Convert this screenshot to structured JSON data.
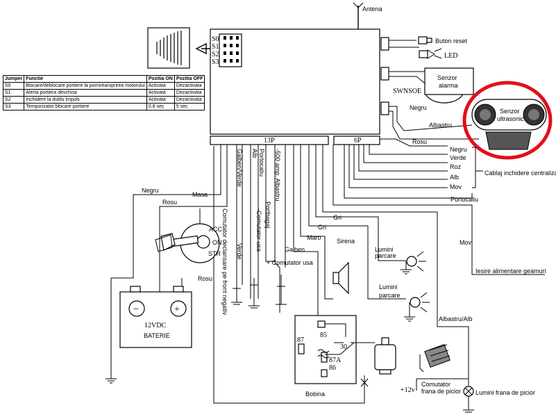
{
  "antenna_label": "Antena",
  "jumpers": [
    "S0",
    "S1",
    "S2",
    "S3"
  ],
  "table": {
    "headers": [
      "Jumper",
      "Functie",
      "Pozitia ON",
      "Pozitia OFF"
    ],
    "rows": [
      [
        "S0",
        "Blocare/deblocare portiere la pornirea/oprirea motorului",
        "Activata",
        "Dezactivata"
      ],
      [
        "S1",
        "Alerta portiera deschisa",
        "Activata",
        "Dezactivata"
      ],
      [
        "S2",
        "Inchidere la dublu impuls",
        "Activata",
        "Dezactivata"
      ],
      [
        "S3",
        "Temporizator blocare portiere",
        "0.8 sec",
        "5 sec"
      ]
    ]
  },
  "connectors": {
    "main": "13P",
    "secondary": "6P"
  },
  "right_side": {
    "reset_button": "Buton reset",
    "led": "LED",
    "connector_code": "SWNSOE",
    "alarm_sensor": [
      "Senzor",
      "alarma"
    ],
    "negru": "Negru",
    "ultrasonic_sensor": [
      "Senzor",
      "ultrasonic"
    ],
    "albastru": "Albastru",
    "rosu": "Rosu",
    "lock_wires": [
      "Negru",
      "Verde",
      "Roz",
      "Alb",
      "Mov"
    ],
    "lock_harness": "Cablaj inchidere centralizata",
    "portocaliu": "Portocaliu",
    "mov": "Mov",
    "windows_output": "Iesire alimentare geamuri",
    "albastru_alb": "Albastru/Alb",
    "brake_lights": "Lumini frana de picior",
    "brake_switch": [
      "Comutator",
      "frana de picior"
    ],
    "plus12v": "+12v"
  },
  "wire_labels_vertical": [
    "Galben/Verde",
    "Alb",
    "Portocaliu",
    "-500 amp. Albastru",
    "Portbagaj",
    "-Comutator usa",
    "Verde",
    "Comutator declansare pe front negativ"
  ],
  "wire_labels": {
    "negru": "Negru",
    "masa": "Masa",
    "rosu_top": "Rosu",
    "rosu_bottom": "Rosu",
    "gri1": "Gri",
    "gri2": "Gri",
    "maro": "Maro",
    "galben": "Galben",
    "door_switch": "+ Comutator usa"
  },
  "ignition": {
    "acc": "ACC",
    "on": "ON",
    "str": "STR"
  },
  "siren": "Sirena",
  "parking_lights": [
    "Lumini",
    "parcare"
  ],
  "battery": {
    "voltage": "12VDC",
    "label": "BATERIE",
    "minus": "−",
    "plus": "+"
  },
  "relay": {
    "p85": "85",
    "p87": "87",
    "p87a": "87A",
    "p86": "86",
    "p30": "30"
  },
  "bobina": "Bobina"
}
